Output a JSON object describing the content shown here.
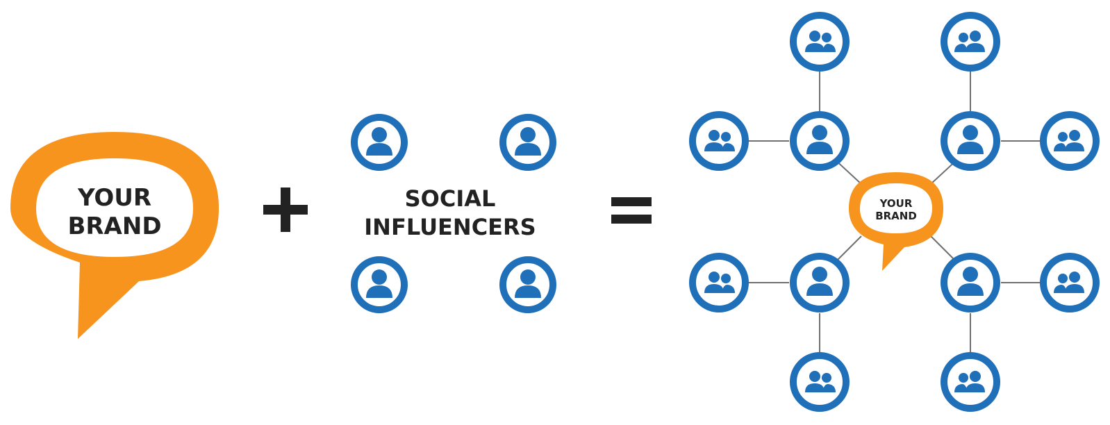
{
  "colors": {
    "brand_orange": "#F7941D",
    "influencer_blue": "#1F6FB9",
    "text_dark": "#222222",
    "connector_gray": "#6F6F6F"
  },
  "brand": {
    "line1": "YOUR",
    "line2": "BRAND",
    "icon": "speech-bubble-icon"
  },
  "operators": {
    "plus": "+",
    "equals": "="
  },
  "influencers": {
    "line1": "SOCIAL",
    "line2": "INFLUENCERS",
    "icon": "single-person-icon",
    "count": 4
  },
  "network": {
    "center_line1": "YOUR",
    "center_line2": "BRAND",
    "influencer_icon": "single-person-icon",
    "follower_icon": "group-people-icon",
    "influencer_count": 4,
    "follower_count": 8
  }
}
